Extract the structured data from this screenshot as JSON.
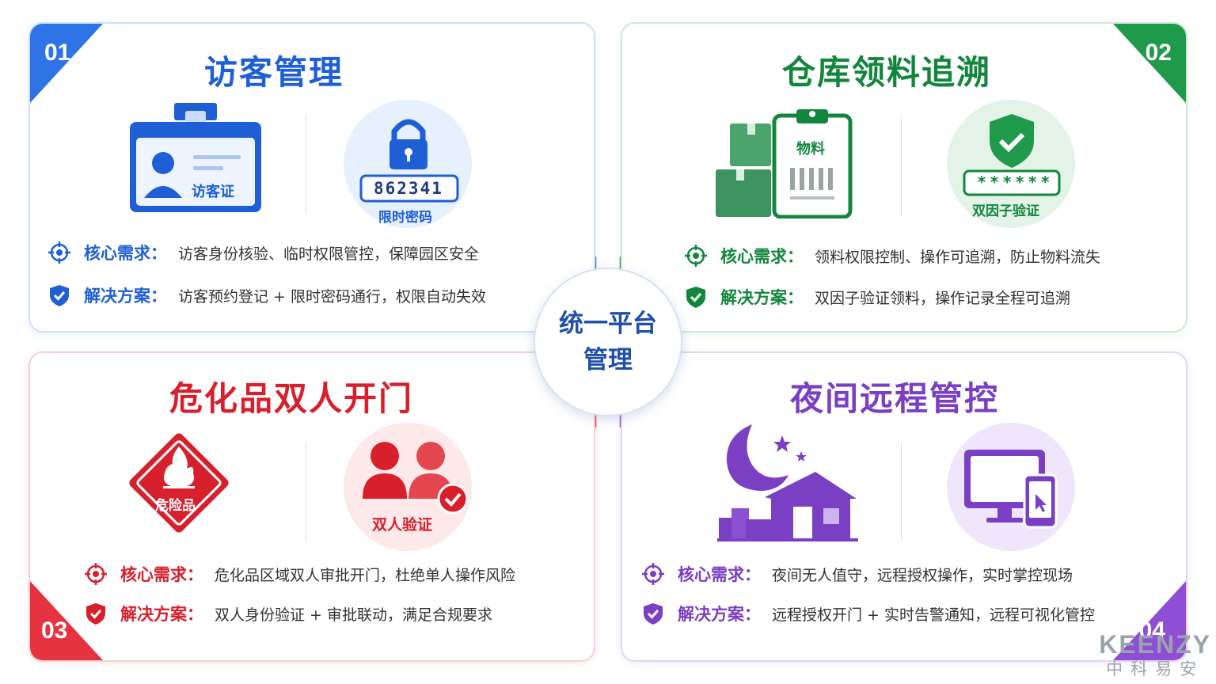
{
  "hub": {
    "line1": "统一平台",
    "line2": "管理"
  },
  "panels": [
    {
      "number": "01",
      "title": "访客管理",
      "illustration_left_label": "访客证",
      "illustration_right_code": "862341",
      "illustration_right_label": "限时密码",
      "need_label": "核心需求：",
      "need_text": "访客身份核验、临时权限管控，保障园区安全",
      "solution_label": "解决方案：",
      "solution_text": "访客预约登记 + 限时密码通行，权限自动失效",
      "color": "#1f5fd6"
    },
    {
      "number": "02",
      "title": "仓库领料追溯",
      "illustration_left_label": "物料",
      "illustration_right_code": "******",
      "illustration_right_label": "双因子验证",
      "need_label": "核心需求：",
      "need_text": "领料权限控制、操作可追溯，防止物料流失",
      "solution_label": "解决方案：",
      "solution_text": "双因子验证领料，操作记录全程可追溯",
      "color": "#13863d"
    },
    {
      "number": "03",
      "title": "危化品双人开门",
      "illustration_left_label": "危险品",
      "illustration_right_label": "双人验证",
      "need_label": "核心需求：",
      "need_text": "危化品区域双人审批开门，杜绝单人操作风险",
      "solution_label": "解决方案：",
      "solution_text": "双人身份验证 + 审批联动，满足合规要求",
      "color": "#d81f2c"
    },
    {
      "number": "04",
      "title": "夜间远程管控",
      "need_label": "核心需求：",
      "need_text": "夜间无人值守，远程授权操作，实时掌控现场",
      "solution_label": "解决方案：",
      "solution_text": "远程授权开门 + 实时告警通知，远程可视化管控",
      "color": "#7a3fc2"
    }
  ],
  "brand": {
    "name": "KEENZY",
    "subtitle": "中科易安"
  },
  "icons": {
    "need": "target-icon",
    "solution": "shield-check-icon"
  }
}
